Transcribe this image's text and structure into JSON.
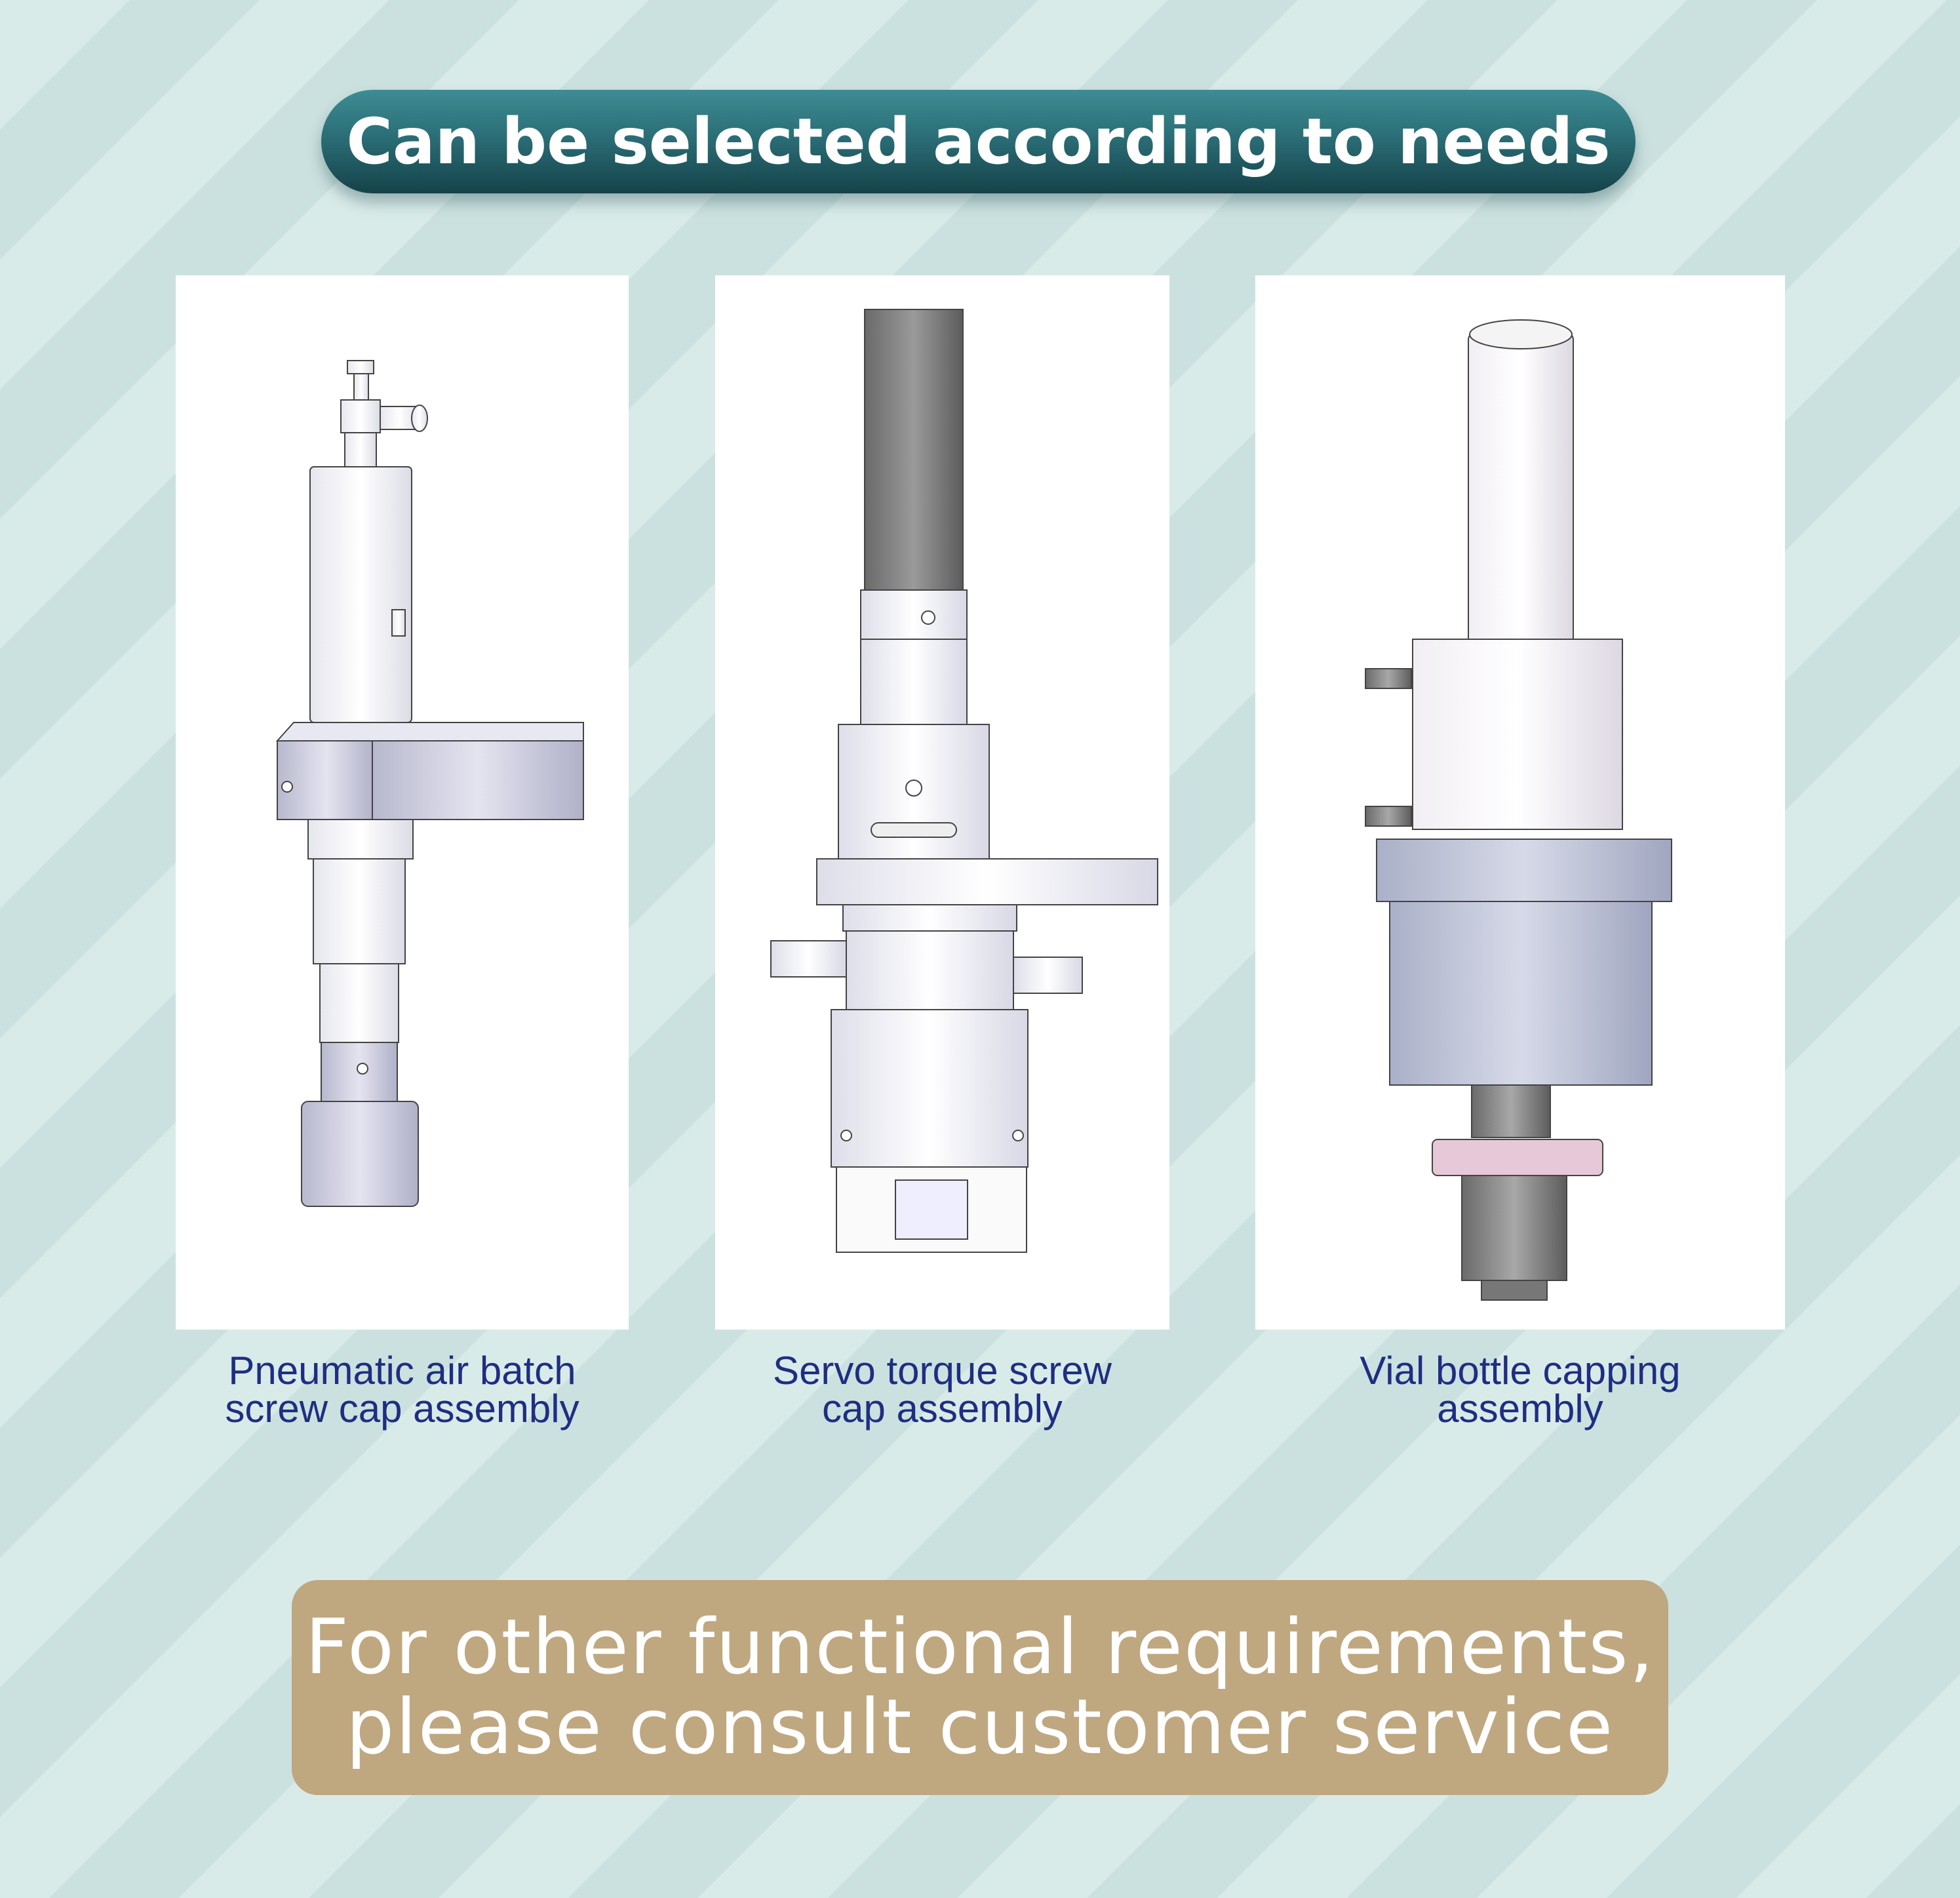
{
  "header": {
    "title": "Can be selected according to needs"
  },
  "products": [
    {
      "caption_line1": "Pneumatic air batch",
      "caption_line2": "screw cap assembly"
    },
    {
      "caption_line1": "Servo torque screw",
      "caption_line2": "cap assembly"
    },
    {
      "caption_line1": "Vial bottle capping",
      "caption_line2": "assembly"
    }
  ],
  "footer": {
    "line1": "For other functional requirements,",
    "line2": "please consult customer service"
  },
  "colors": {
    "title_pill": "#2b6e77",
    "caption_text": "#1e2e82",
    "footer_box": "#bfa780",
    "background": "#d3e7e5"
  }
}
